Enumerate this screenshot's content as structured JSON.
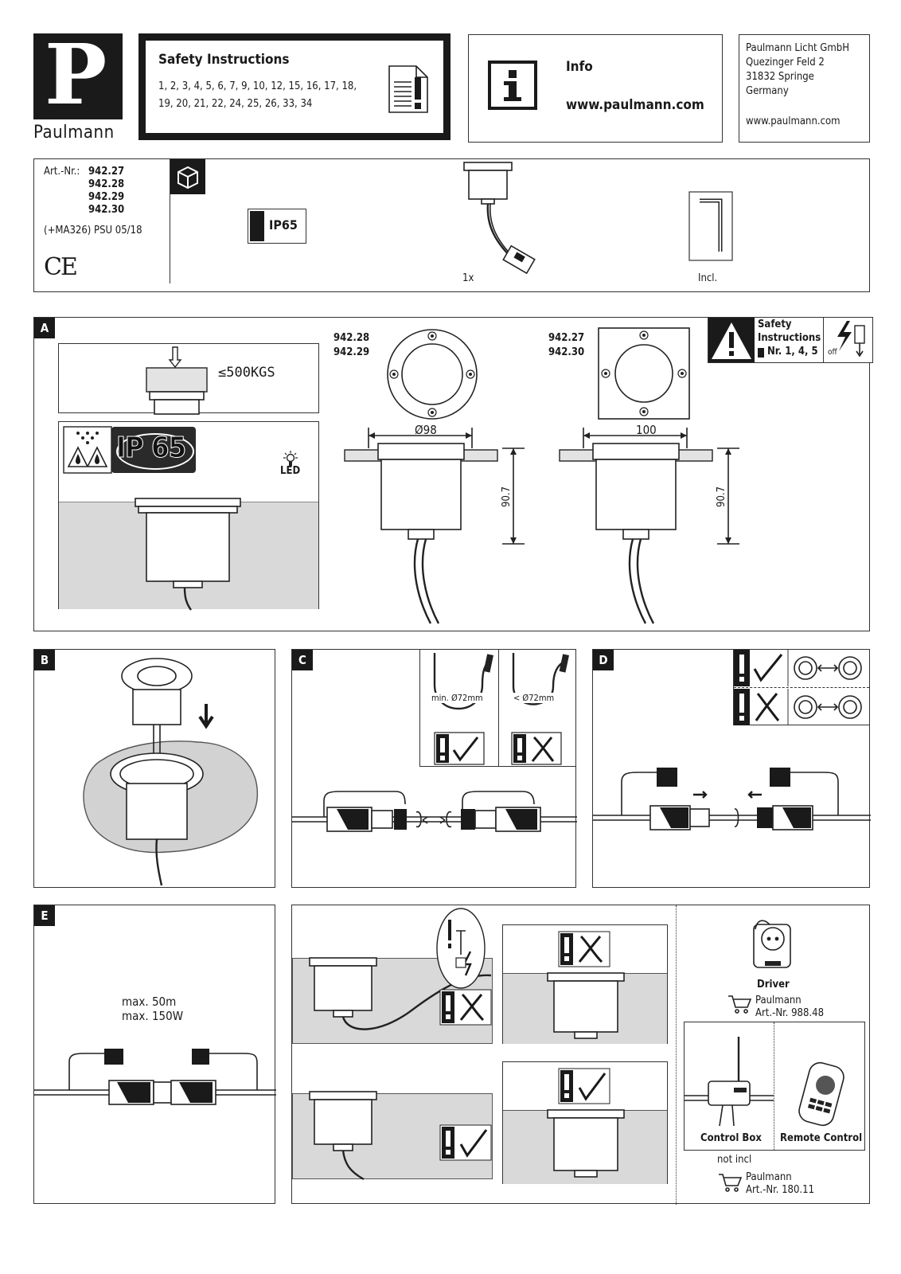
{
  "brand": {
    "logo_letter": "P",
    "name": "Paulmann"
  },
  "safety": {
    "title": "Safety Instructions",
    "line1": "1, 2, 3, 4, 5, 6, 7, 9, 10, 12, 15, 16, 17, 18,",
    "line2": "19, 20, 21, 22, 24, 25, 26, 33, 34"
  },
  "info": {
    "title": "Info",
    "url": "www.paulmann.com"
  },
  "address": {
    "company": "Paulmann Licht GmbH",
    "street": "Quezinger Feld 2",
    "city": "31832 Springe",
    "country": "Germany",
    "web": "www.paulmann.com"
  },
  "article": {
    "label": "Art.-Nr.:",
    "numbers": [
      "942.27",
      "942.28",
      "942.29",
      "942.30"
    ],
    "psu": "(+MA326) PSU 05/18",
    "ce": "CE",
    "ip_badge": "IP65",
    "qty": "1x",
    "incl": "Incl."
  },
  "sectionA": {
    "label": "A",
    "load": "≤500KGS",
    "ip": "IP 65",
    "led": "LED",
    "round_models": [
      "942.28",
      "942.29"
    ],
    "square_models": [
      "942.27",
      "942.30"
    ],
    "diameter": "Ø98",
    "width": "100",
    "height_round": "90.7",
    "height_square": "90.7",
    "safety_title_1": "Safety",
    "safety_title_2": "Instructions",
    "safety_nr": "Nr. 1, 4, 5",
    "off": "off"
  },
  "sectionB": {
    "label": "B"
  },
  "sectionC": {
    "label": "C",
    "min_radius": "min. Ø72mm",
    "less_radius": "< Ø72mm"
  },
  "sectionD": {
    "label": "D"
  },
  "sectionE": {
    "label": "E",
    "max_length": "max. 50m",
    "max_power": "max. 150W",
    "driver_title": "Driver",
    "driver_brand": "Paulmann",
    "driver_art": "Art.-Nr. 988.48",
    "control_box": "Control Box",
    "remote": "Remote Control",
    "not_incl": "not incl",
    "acc_brand": "Paulmann",
    "acc_art": "Art.-Nr. 180.11"
  },
  "colors": {
    "ink": "#1a1a1a",
    "ground": "#d9d9d9"
  }
}
